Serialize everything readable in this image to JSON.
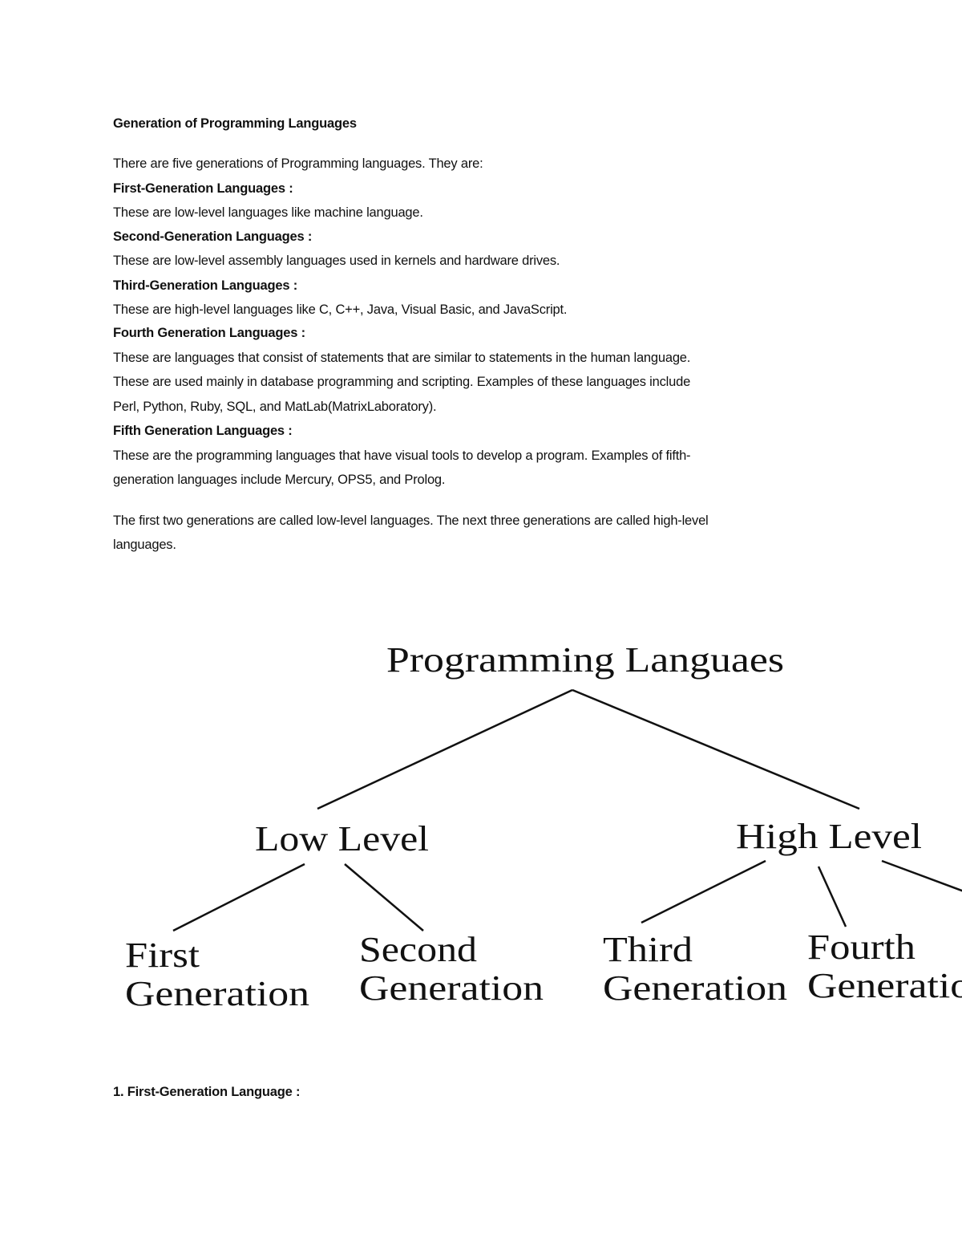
{
  "title": "Generation of Programming Languages",
  "intro": "There are five generations of Programming languages. They are:",
  "sections": [
    {
      "heading": "First-Generation Languages :",
      "lines": [
        "These are low-level languages like machine language."
      ]
    },
    {
      "heading": "Second-Generation Languages :",
      "lines": [
        "These are low-level assembly languages used in kernels and hardware drives."
      ]
    },
    {
      "heading": "Third-Generation Languages :",
      "lines": [
        "These are high-level languages like C, C++, Java, Visual Basic, and JavaScript."
      ]
    },
    {
      "heading": "Fourth Generation Languages :",
      "lines": [
        "These are languages that consist of statements that are similar to statements in the human language.",
        "These are used mainly in database programming and scripting. Examples of these languages include",
        "Perl, Python, Ruby, SQL, and MatLab(MatrixLaboratory)."
      ]
    },
    {
      "heading": "Fifth Generation Languages :",
      "lines": [
        "These are the programming languages that have visual tools to develop a program. Examples of fifth-",
        "generation languages include Mercury, OPS5, and Prolog."
      ]
    }
  ],
  "summary": [
    "The first two generations are called low-level languages. The next three generations are called high-level",
    "languages."
  ],
  "diagram": {
    "root": "Programming Languaes",
    "low": "Low Level",
    "high": "High Level",
    "leaves": [
      {
        "l1": "First",
        "l2": "Generation"
      },
      {
        "l1": "Second",
        "l2": "Generation"
      },
      {
        "l1": "Third",
        "l2": "Generation"
      },
      {
        "l1": "Fourth",
        "l2": "Generation"
      }
    ]
  },
  "next_heading": "1. First-Generation Language :"
}
